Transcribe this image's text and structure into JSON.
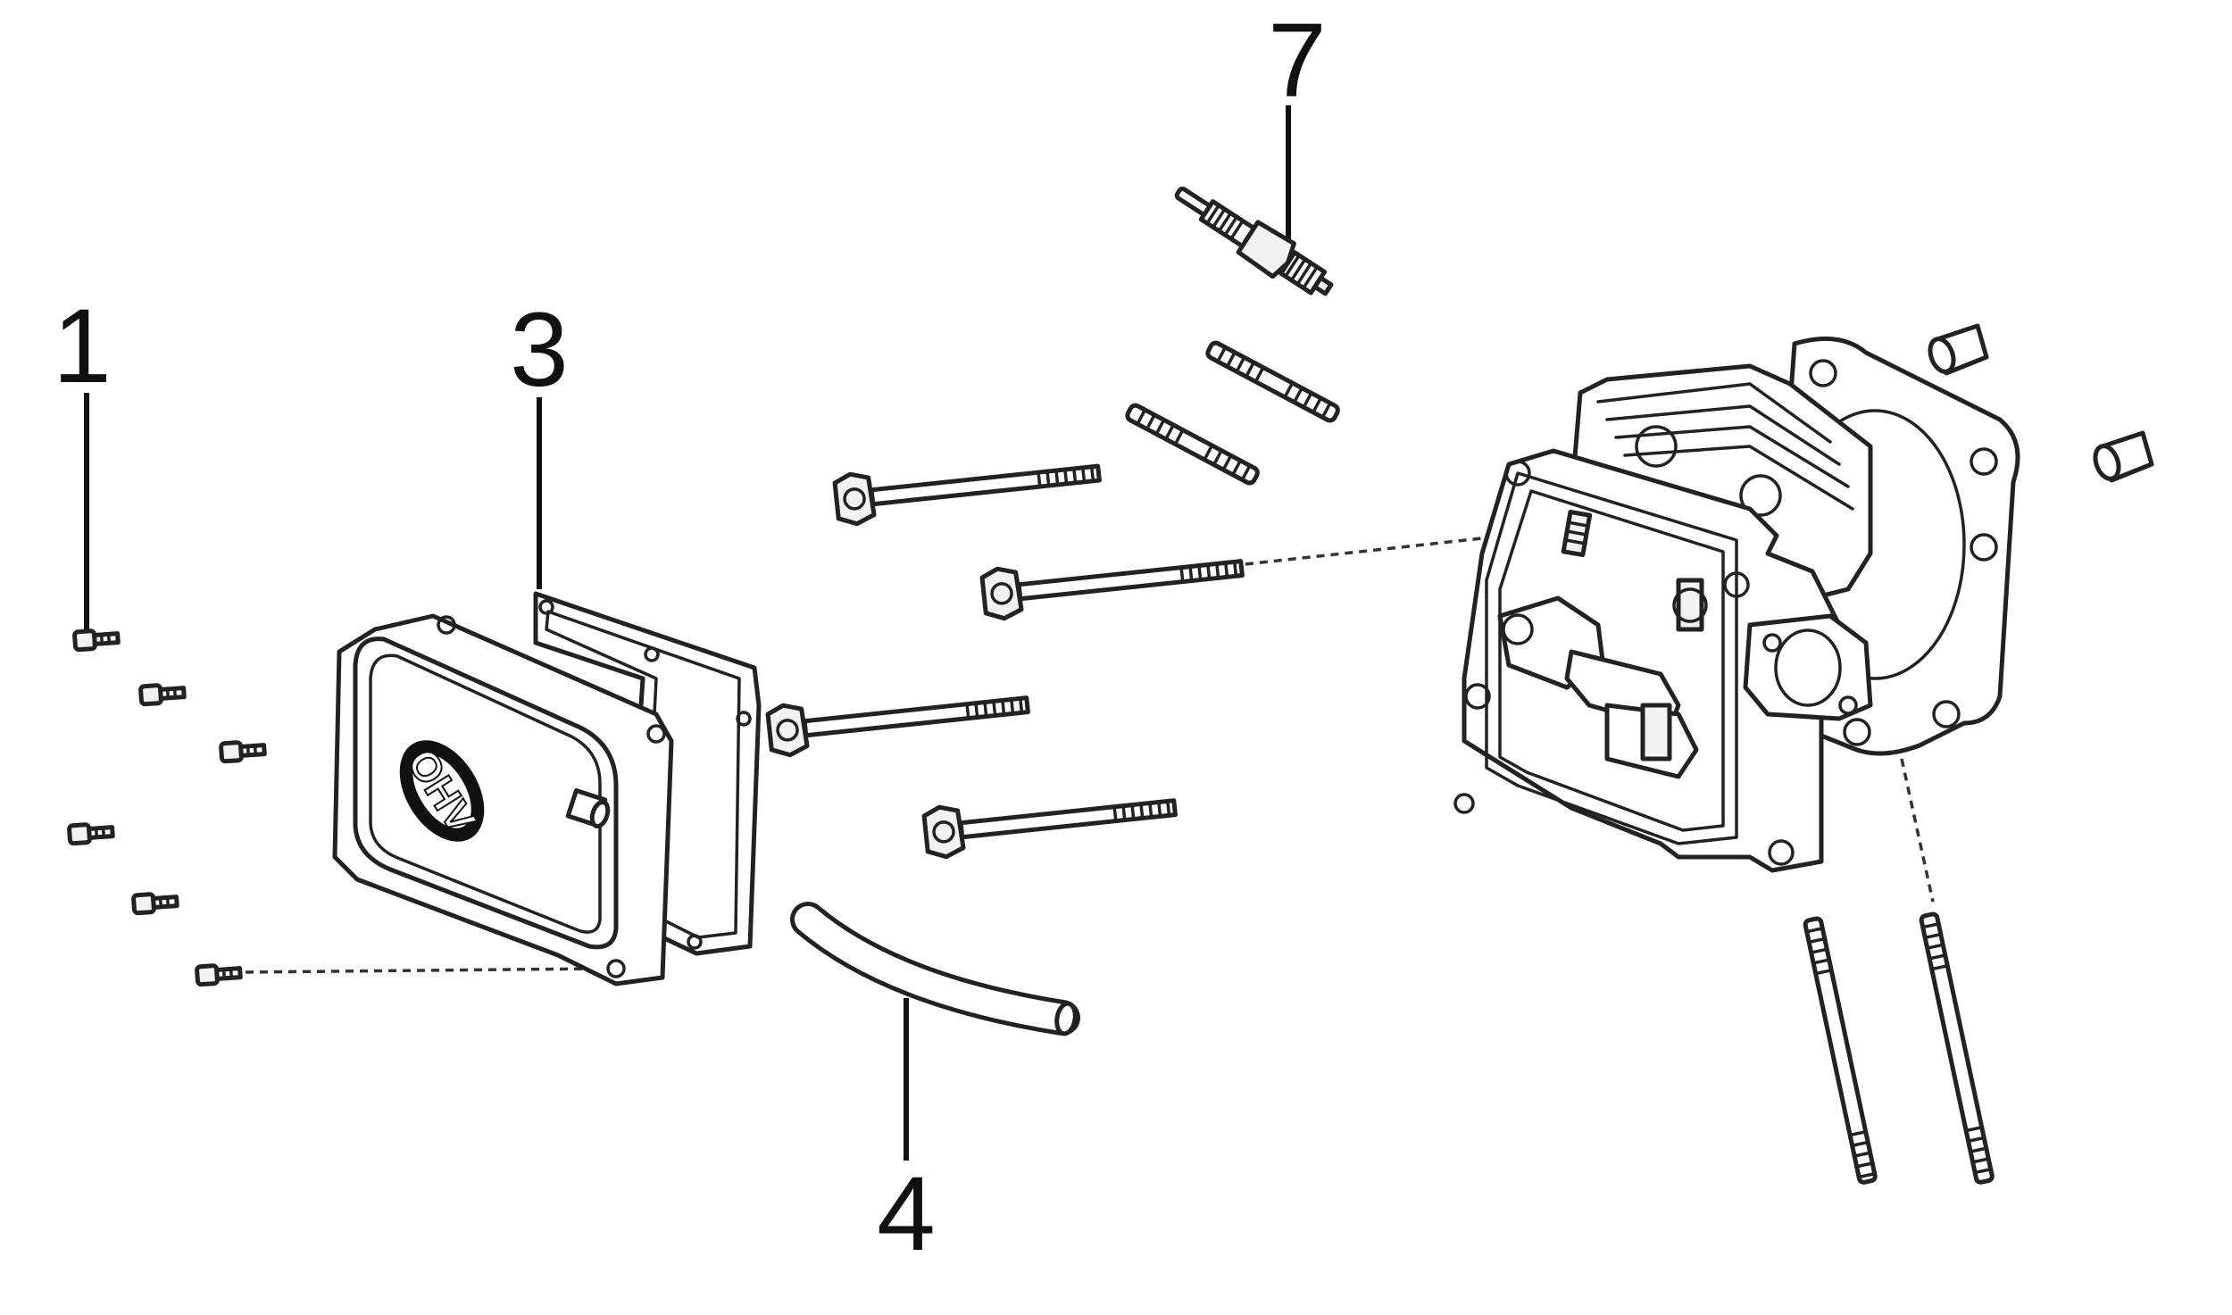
{
  "diagram": {
    "callouts": [
      {
        "id": "1",
        "label": "1"
      },
      {
        "id": "3",
        "label": "3"
      },
      {
        "id": "4",
        "label": "4"
      },
      {
        "id": "7",
        "label": "7"
      }
    ],
    "logo_text": "OHV"
  }
}
